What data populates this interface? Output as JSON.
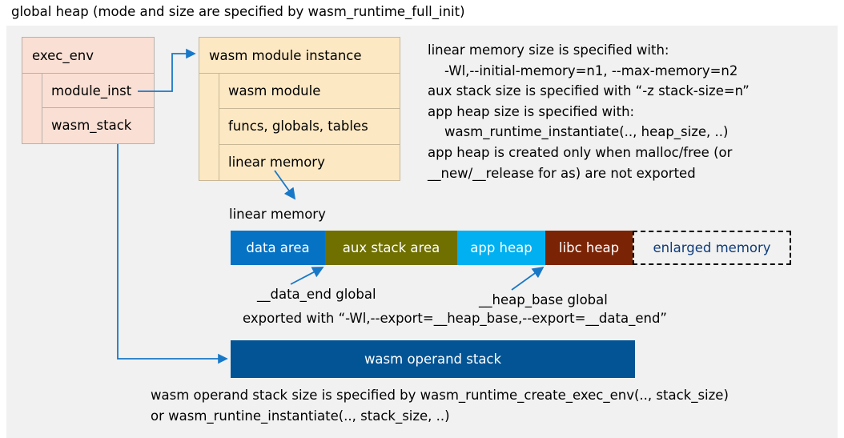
{
  "title": "global heap (mode and size are specified by wasm_runtime_full_init)",
  "colors": {
    "canvas_bg": "#f1f1f1",
    "exec_env_fill": "#fadfd4",
    "exec_env_border": "#b9b0ac",
    "module_inst_fill": "#fce8c3",
    "module_inst_border": "#c8b896",
    "data_area": "#0672c4",
    "aux_stack_area": "#6f7000",
    "app_heap": "#00b0f0",
    "libc_heap": "#7b2405",
    "enlarged_memory_text": "#0f3c7a",
    "operand_stack": "#035495",
    "connector": "#1878c8"
  },
  "exec_env": {
    "header": "exec_env",
    "rows": [
      {
        "label": "module_inst"
      },
      {
        "label": "wasm_stack"
      }
    ]
  },
  "wasm_module_instance": {
    "header": "wasm module instance",
    "rows": [
      {
        "label": "wasm module"
      },
      {
        "label": "funcs, globals, tables"
      },
      {
        "label": "linear memory"
      }
    ]
  },
  "info_text": "linear memory size is specified with:\n    -Wl,--initial-memory=n1, --max-memory=n2\naux stack size is specified with “-z stack-size=n”\napp heap size is specified with:\n    wasm_runtime_instantiate(.., heap_size, ..)\napp heap is created only when malloc/free (or\n__new/__release for as) are not exported",
  "linear_memory": {
    "label": "linear memory",
    "segments": [
      {
        "label": "data area",
        "color": "#0672c4",
        "width": 118,
        "dashed": false
      },
      {
        "label": "aux stack area",
        "color": "#6f7000",
        "width": 165,
        "dashed": false
      },
      {
        "label": "app heap",
        "color": "#00b0f0",
        "width": 110,
        "dashed": false
      },
      {
        "label": "libc heap",
        "color": "#7b2405",
        "width": 109,
        "dashed": false
      },
      {
        "label": "enlarged memory",
        "color": "#f1f1f1",
        "width": 198,
        "dashed": true
      }
    ]
  },
  "annotations": {
    "data_end": "__data_end global",
    "heap_base": "__heap_base global",
    "exported_with": "exported with “-Wl,--export=__heap_base,--export=__data_end”"
  },
  "operand_stack": {
    "label": "wasm operand stack",
    "caption": "wasm operand stack size is specified by wasm_runtime_create_exec_env(.., stack_size)\nor wasm_runtine_instantiate(.., stack_size, ..)"
  }
}
